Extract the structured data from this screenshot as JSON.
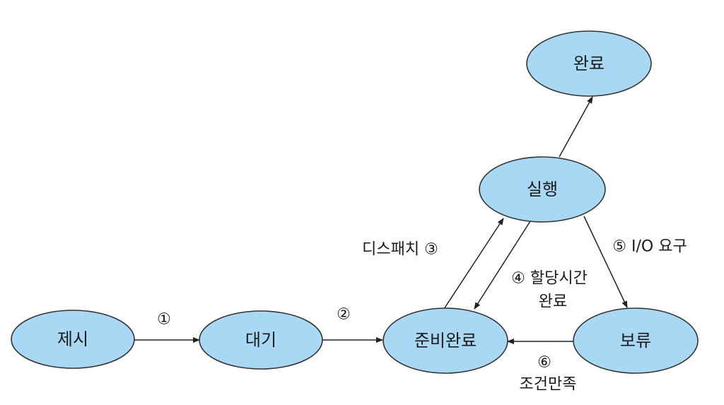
{
  "colors": {
    "node_fill": "#a9d8f5",
    "node_stroke": "#333333",
    "edge": "#222222",
    "text": "#1a1a1a"
  },
  "nodes": {
    "submit": {
      "label": "제시"
    },
    "wait": {
      "label": "대기"
    },
    "ready": {
      "label": "준비완료"
    },
    "run": {
      "label": "실행"
    },
    "done": {
      "label": "완료"
    },
    "hold": {
      "label": "보류"
    }
  },
  "edges": {
    "e1": {
      "label": "①"
    },
    "e2": {
      "label": "②"
    },
    "e3": {
      "label": "디스패치 ③"
    },
    "e4": {
      "label_line1": "④ 할당시간",
      "label_line2": "완료"
    },
    "e5": {
      "label": "⑤ I/O 요구"
    },
    "e6": {
      "label_line1": "⑥",
      "label_line2": "조건만족"
    }
  }
}
